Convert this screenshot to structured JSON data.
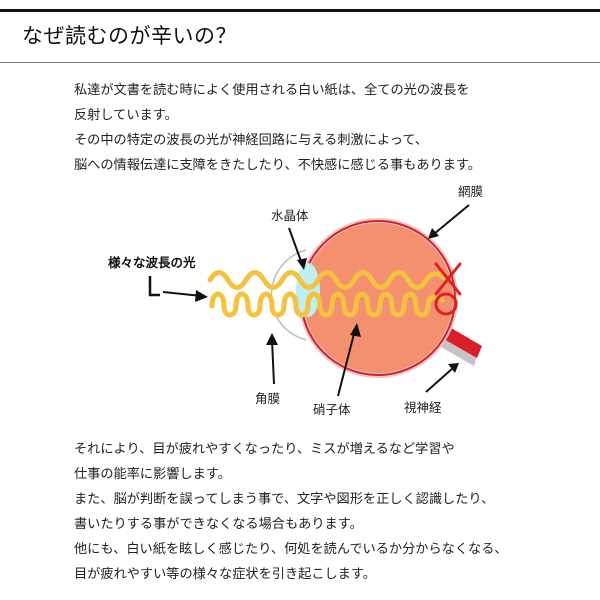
{
  "heading": "なぜ読むのが辛いの？",
  "intro": [
    "私達が文書を読む時によく使用される白い紙は、全ての光の波長を",
    "反射しています。",
    "その中の特定の波長の光が神経回路に与える刺激によって、",
    "脳への情報伝達に支障をきたしたり、不快感に感じる事もあります。"
  ],
  "diagram": {
    "light_label": "様々な波長の光",
    "crystalline_lens": "水晶体",
    "retina": "網膜",
    "cornea": "角膜",
    "vitreous_body": "硝子体",
    "optic_nerve": "視神経"
  },
  "outro": [
    "それにより、目が疲れやすくなったり、ミスが増えるなど学習や",
    "仕事の能率に影響します。",
    "また、脳が判断を誤ってしまう事で、文字や図形を正しく認識したり、",
    "書いたりする事ができなくなる場合もあります。",
    "他にも、白い紙を眩しく感じたり、何処を読んでいるか分からなくなる、",
    "目が疲れやすい等の様々な症状を引き起こします。"
  ],
  "colors": {
    "eyeball": "#f48f6f",
    "sclera_band": "#e9c6c6",
    "nerve": "#d8202a",
    "lens": "#bfeff0",
    "wave": "#f3c23e",
    "cross": "#e21f1f"
  }
}
